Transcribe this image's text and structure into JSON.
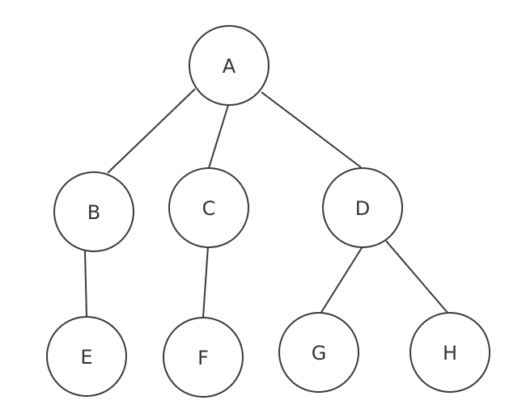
{
  "tree": {
    "nodes": [
      {
        "id": "A",
        "label": "A"
      },
      {
        "id": "B",
        "label": "B"
      },
      {
        "id": "C",
        "label": "C"
      },
      {
        "id": "D",
        "label": "D"
      },
      {
        "id": "E",
        "label": "E"
      },
      {
        "id": "F",
        "label": "F"
      },
      {
        "id": "G",
        "label": "G"
      },
      {
        "id": "H",
        "label": "H"
      }
    ],
    "edges": [
      {
        "from": "A",
        "to": "B"
      },
      {
        "from": "A",
        "to": "C"
      },
      {
        "from": "A",
        "to": "D"
      },
      {
        "from": "B",
        "to": "E"
      },
      {
        "from": "C",
        "to": "F"
      },
      {
        "from": "D",
        "to": "G"
      },
      {
        "from": "D",
        "to": "H"
      }
    ]
  }
}
